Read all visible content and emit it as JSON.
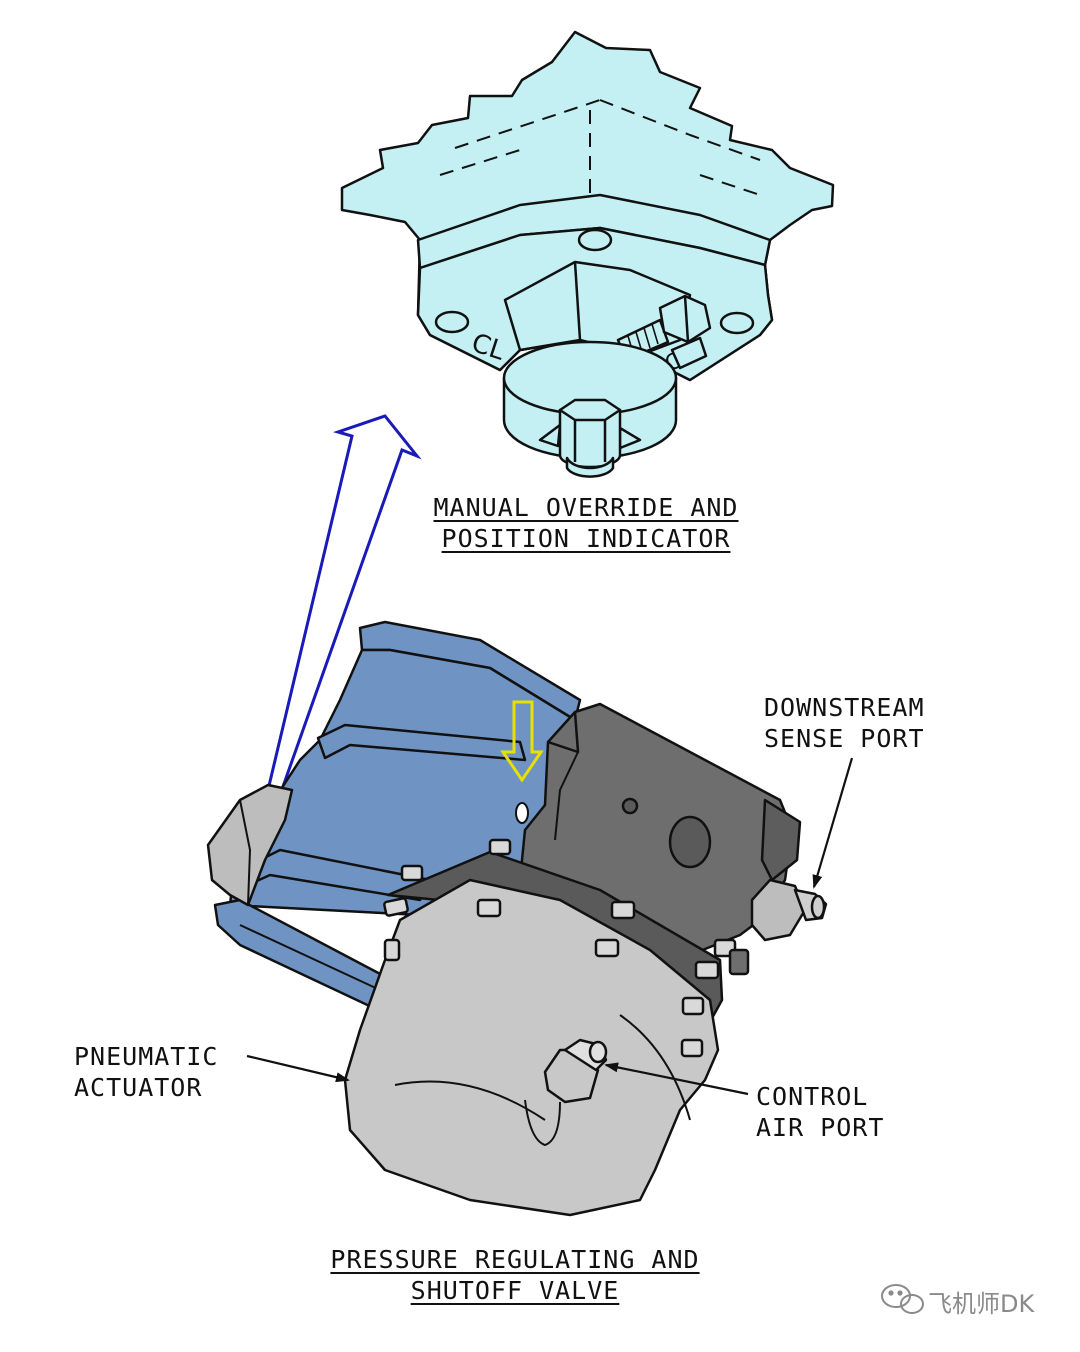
{
  "labels": {
    "manual_override": [
      "MANUAL OVERRIDE AND",
      "POSITION INDICATOR"
    ],
    "downstream": [
      "DOWNSTREAM",
      "SENSE PORT"
    ],
    "pneumatic": [
      "PNEUMATIC",
      "ACTUATOR"
    ],
    "control": [
      "CONTROL",
      "AIR PORT"
    ],
    "prsov": [
      "PRESSURE REGULATING AND",
      "SHUTOFF VALVE"
    ]
  },
  "watermark": "飞机师DK",
  "colors": {
    "indicator_fill": "#c4f0f4",
    "duct_fill": "#6f93c2",
    "body_dark": "#6e6e6e",
    "actuator_fill": "#c8c8c8",
    "blue_arrow": "#1a1ab8",
    "yellow_arrow": "#e8e000",
    "line": "#111111"
  },
  "icons": [
    "wechat-icon",
    "hollow-blue-arrow-icon",
    "yellow-down-arrow-icon"
  ]
}
